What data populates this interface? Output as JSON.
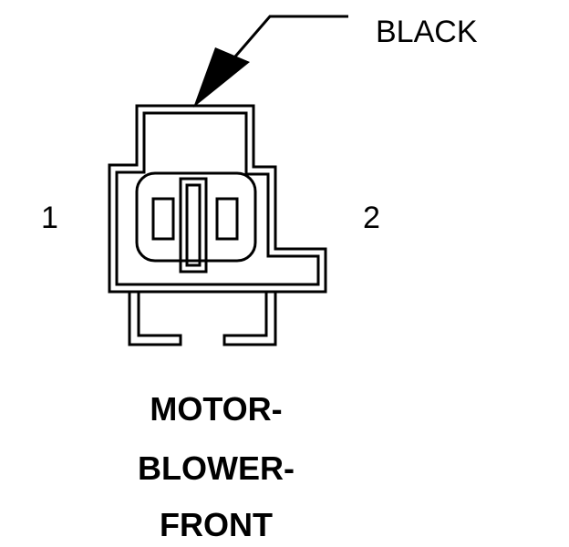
{
  "wire_color_label": "BLACK",
  "pin_labels": [
    "1",
    "2"
  ],
  "component_name_lines": [
    "MOTOR-",
    "BLOWER-",
    "FRONT"
  ]
}
